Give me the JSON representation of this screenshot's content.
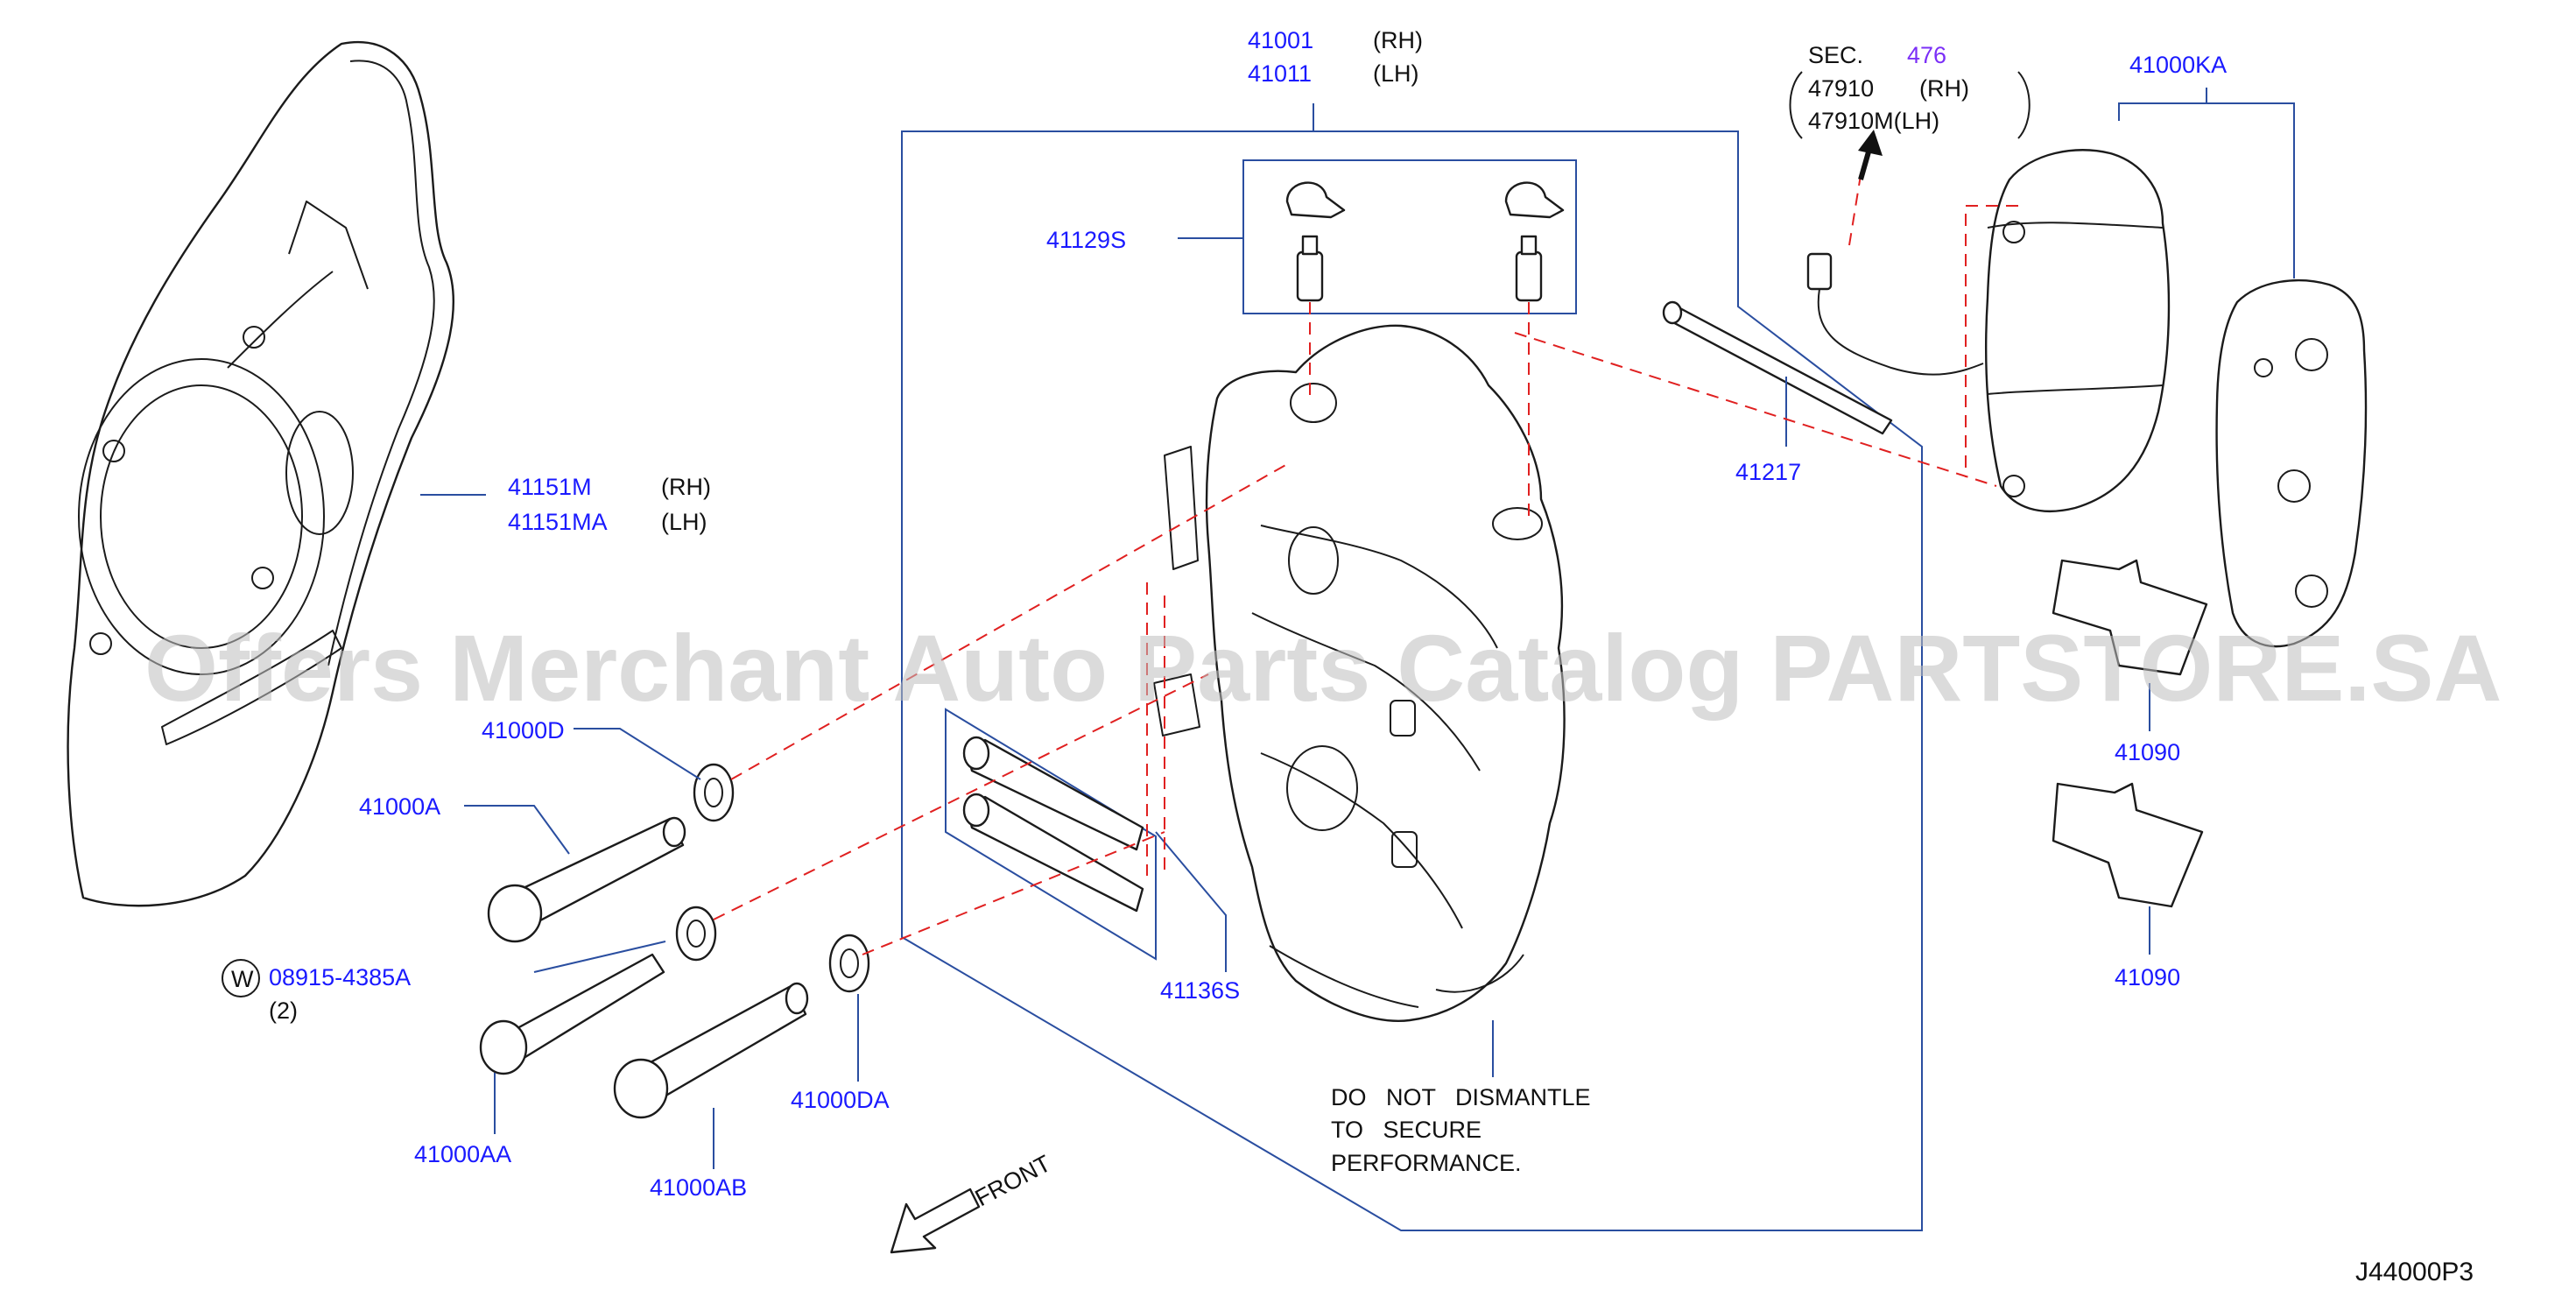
{
  "diagram": {
    "watermark": "Offers Merchant Auto Parts Catalog PARTSTORE.SA",
    "drawing_code": "J44000P3",
    "front_label": "FRONT",
    "note": {
      "line1": "DO   NOT   DISMANTLE",
      "line2": "TO   SECURE",
      "line3": "PERFORMANCE."
    },
    "parts": {
      "caliper_rh": "41001",
      "caliper_lh": "41011",
      "bleeder_kit": "41129S",
      "pin_kit": "41136S",
      "backplate_rh": "41151M",
      "backplate_lh": "41151MA",
      "pad_pin": "41217",
      "pad_kit": "41000KA",
      "shim_upper": "41090",
      "shim_lower": "41090",
      "washer_d": "41000D",
      "bolt_a": "41000A",
      "washer_ref": "08915-4385A",
      "washer_qty": "(2)",
      "bolt_aa": "41000AA",
      "bolt_ab": "41000AB",
      "washer_da": "41000DA",
      "sensor_rh": "47910",
      "sensor_lh": "47910M(LH)"
    },
    "side": {
      "rh": "(RH)",
      "lh": "(LH)"
    },
    "sec_label": "SEC.",
    "sec_number": "476",
    "w_symbol": "W"
  }
}
